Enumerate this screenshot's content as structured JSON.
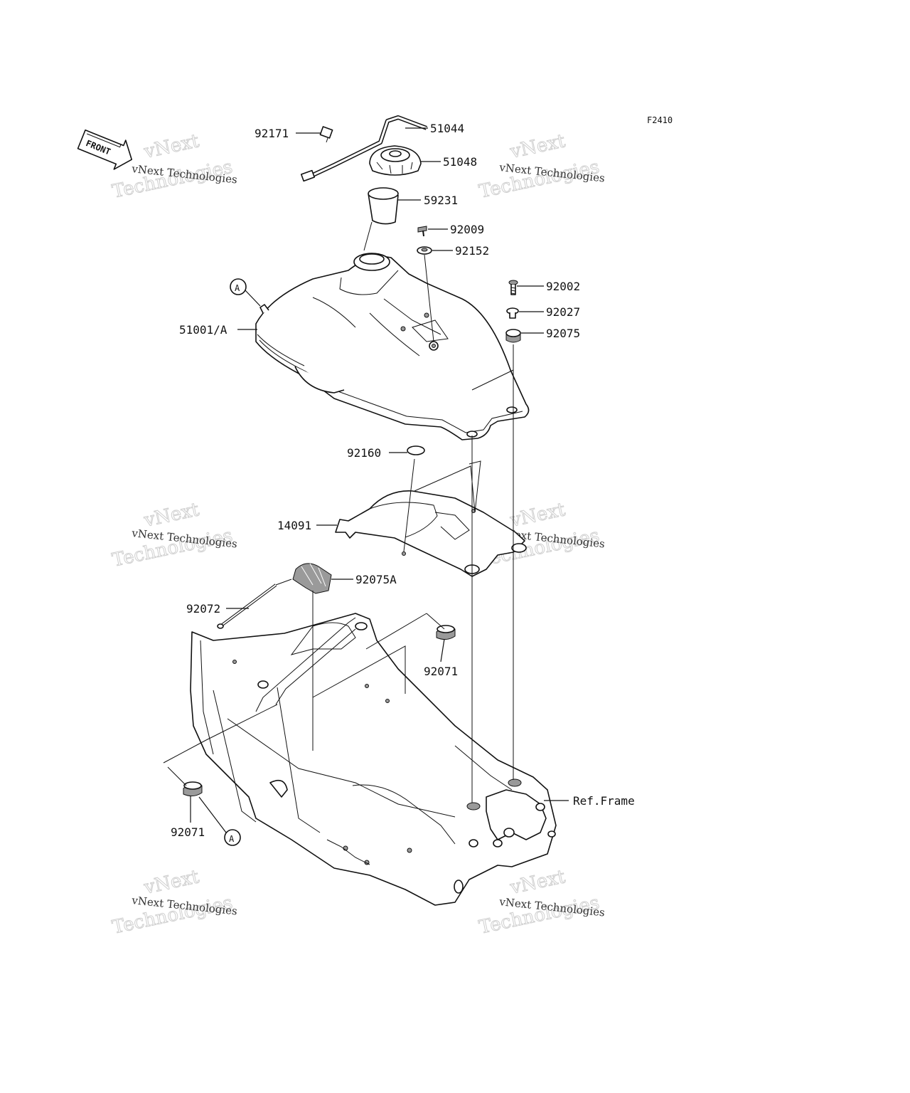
{
  "figure_code": "F2410",
  "front_label": "FRONT",
  "watermark": {
    "line1": "vNext Technologies",
    "line2": "vNext",
    "line3": "Technologies"
  },
  "ref_marker": "A",
  "parts": [
    {
      "id": "92171",
      "label": "92171"
    },
    {
      "id": "51044",
      "label": "51044"
    },
    {
      "id": "51048",
      "label": "51048"
    },
    {
      "id": "59231",
      "label": "59231"
    },
    {
      "id": "92009",
      "label": "92009"
    },
    {
      "id": "92152",
      "label": "92152"
    },
    {
      "id": "92002",
      "label": "92002"
    },
    {
      "id": "92027",
      "label": "92027"
    },
    {
      "id": "92075",
      "label": "92075"
    },
    {
      "id": "51001A",
      "label": "51001/A"
    },
    {
      "id": "92160",
      "label": "92160"
    },
    {
      "id": "14091",
      "label": "14091"
    },
    {
      "id": "92075A",
      "label": "92075A"
    },
    {
      "id": "92072",
      "label": "92072"
    },
    {
      "id": "92071a",
      "label": "92071"
    },
    {
      "id": "92071b",
      "label": "92071"
    },
    {
      "id": "ref-frame",
      "label": "Ref.Frame"
    }
  ]
}
